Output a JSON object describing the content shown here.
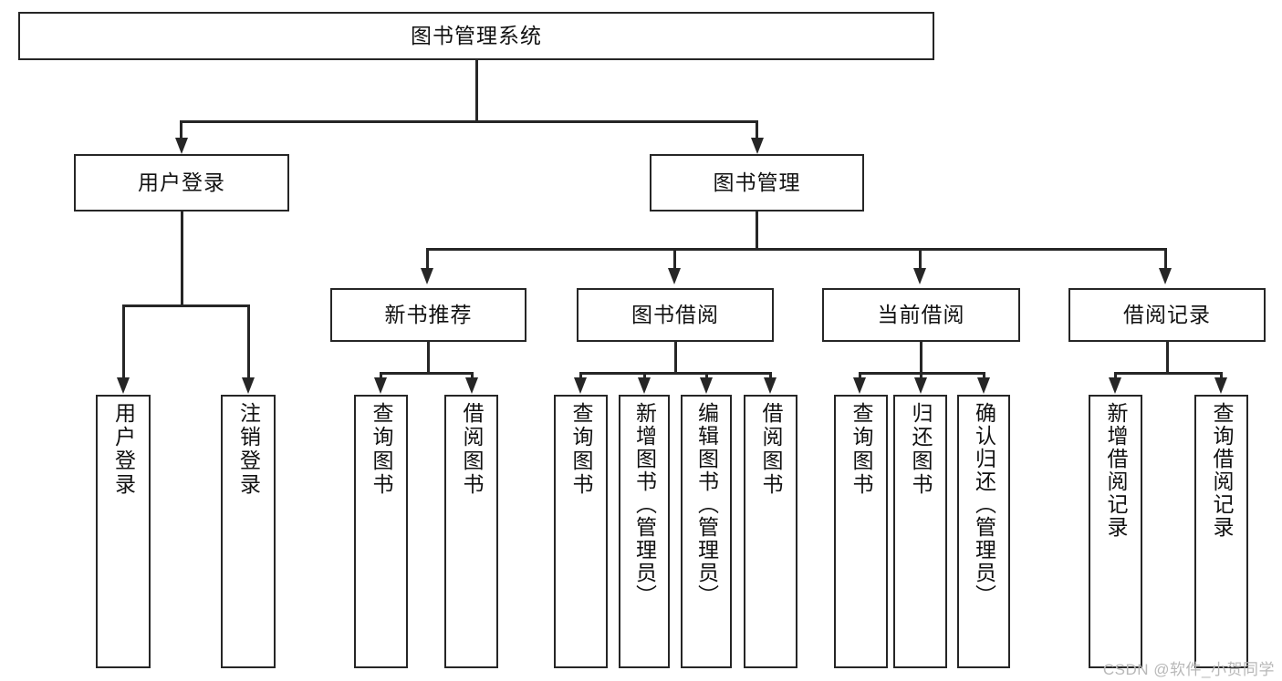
{
  "diagram": {
    "type": "tree-hierarchy",
    "title": "图书管理系统",
    "watermark": "CSDN @软件_小贺同学",
    "colors": {
      "stroke": "#262626",
      "fill": "#ffffff",
      "text": "#111111",
      "watermark": "#b8b8b8"
    },
    "root": {
      "label": "图书管理系统"
    },
    "level2": [
      {
        "label": "用户登录"
      },
      {
        "label": "图书管理"
      }
    ],
    "level3": [
      {
        "label": "新书推荐"
      },
      {
        "label": "图书借阅"
      },
      {
        "label": "当前借阅"
      },
      {
        "label": "借阅记录"
      }
    ],
    "leaves": [
      {
        "label": "用户登录",
        "parent": "用户登录"
      },
      {
        "label": "注销登录",
        "parent": "用户登录"
      },
      {
        "label": "查询图书",
        "parent": "新书推荐"
      },
      {
        "label": "借阅图书",
        "parent": "新书推荐"
      },
      {
        "label": "查询图书",
        "parent": "图书借阅"
      },
      {
        "label": "新增图书（管理员）",
        "parent": "图书借阅"
      },
      {
        "label": "编辑图书（管理员）",
        "parent": "图书借阅"
      },
      {
        "label": "借阅图书",
        "parent": "图书借阅"
      },
      {
        "label": "查询图书",
        "parent": "当前借阅"
      },
      {
        "label": "归还图书",
        "parent": "当前借阅"
      },
      {
        "label": "确认归还（管理员）",
        "parent": "当前借阅"
      },
      {
        "label": "新增借阅记录",
        "parent": "借阅记录"
      },
      {
        "label": "查询借阅记录",
        "parent": "借阅记录"
      }
    ]
  }
}
